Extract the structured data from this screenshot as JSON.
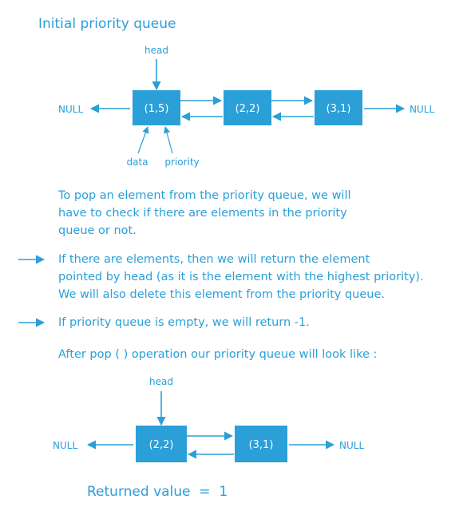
{
  "title": "Initial priority queue",
  "initial_queue": {
    "head_label": "head",
    "null_left": "NULL",
    "null_right": "NULL",
    "nodes": [
      "(1,5)",
      "(2,2)",
      "(3,1)"
    ],
    "data_label": "data",
    "priority_label": "priority"
  },
  "intro": [
    "To pop an element from the priority queue, we will",
    "have to check  if there are elements in the priority",
    "queue or not."
  ],
  "case_nonempty": [
    "If there are elements, then we will return the element",
    "pointed by head (as it is the element with the highest priority).",
    "We will also delete this element from the priority queue."
  ],
  "case_empty": "If priority queue is empty, we will return -1.",
  "after_text": "After pop ( ) operation our priority queue will look like :",
  "final_queue": {
    "head_label": "head",
    "null_left": "NULL",
    "null_right": "NULL",
    "nodes": [
      "(2,2)",
      "(3,1)"
    ]
  },
  "returned_value": "Returned value  =  1",
  "colors": {
    "accent": "#2a9fd8",
    "node_fill": "#2a9fd8",
    "node_text": "#ffffff"
  }
}
